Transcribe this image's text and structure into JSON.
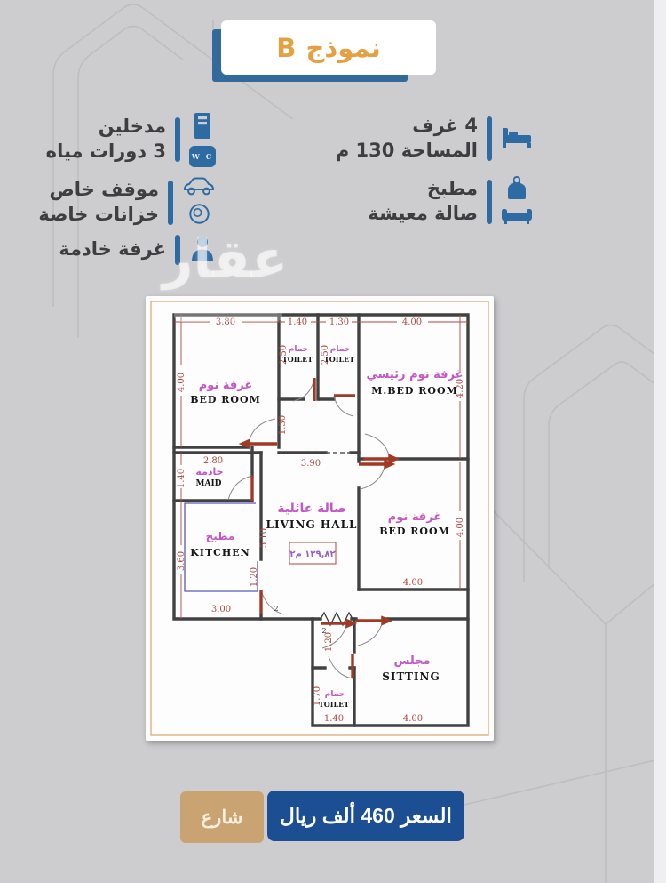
{
  "header": {
    "title": "نموذج B"
  },
  "features": {
    "right": [
      {
        "line1": "4 غرف",
        "line2": "المساحة 130 م"
      },
      {
        "line1": "مطبخ",
        "line2": "صالة معيشة"
      }
    ],
    "left": [
      {
        "line1": "مدخلين",
        "line2": "3 دورات مياه"
      },
      {
        "line1": "موقف خاص",
        "line2": "خزانات خاصة"
      },
      {
        "line1": "غرفة خادمة",
        "line2": ""
      }
    ],
    "wc_icon_label": "W C"
  },
  "watermark": {
    "text": "عقار"
  },
  "floorplan": {
    "rooms": {
      "bedroom_top_left": {
        "ar": "غرفة نوم",
        "en": "BED ROOM"
      },
      "toilet_top_1": {
        "ar": "حمام",
        "en": "TOILET"
      },
      "toilet_top_2": {
        "ar": "حمام",
        "en": "TOILET"
      },
      "master_bedroom": {
        "ar": "غرفة نوم رئيسي",
        "en": "M.BED ROOM"
      },
      "maid": {
        "ar": "خادمة",
        "en": "MAID"
      },
      "kitchen": {
        "ar": "مطبخ",
        "en": "KITCHEN"
      },
      "living_hall": {
        "ar": "صالة عائلية",
        "en": "LIVING HALL",
        "area": "١٢٩,٨٢ م٢"
      },
      "bedroom_right": {
        "ar": "غرفة نوم",
        "en": "BED ROOM"
      },
      "sitting": {
        "ar": "مجلس",
        "en": "SITTING"
      },
      "toilet_bottom": {
        "ar": "حمام",
        "en": "TOILET"
      }
    },
    "dims": {
      "bedroom_tl_w": "3.80",
      "toilet1_w": "1.40",
      "toilet2_w": "1.30",
      "master_w": "4.00",
      "bedroom_tl_h": "4.00",
      "toilet1_h": "2.50",
      "toilet2_h": "2.50",
      "master_h": "4.20",
      "corridor_h": "1.30",
      "maid_w": "2.80",
      "maid_h": "1.40",
      "hall_w": "3.90",
      "hall_h": "5.10",
      "kitchen_h": "3.60",
      "kitchen_w": "3.00",
      "kitchen_pass": "1.20",
      "bedroom_r_h": "4.00",
      "bedroom_r_w": "4.00",
      "entry_w": "1.20",
      "toilet_b_h": "1.70",
      "toilet_b_w": "1.40",
      "sitting_w": "4.00",
      "door_tag_kitchen": "2",
      "door_tag_entry": "2"
    }
  },
  "footer": {
    "price_label": "السعر 460 ألف ريال",
    "street_label": "شارع"
  },
  "colors": {
    "accent_blue": "#2e6ba3",
    "header_orange": "#e5a042",
    "header_shadow_blue": "#336a9c",
    "price_blue": "#1b4e92",
    "street_tan": "#c9a472",
    "dim_red": "#b0473f",
    "room_magenta": "#c457c4",
    "wall_gray": "#414141",
    "background": "#cdcdcf"
  }
}
